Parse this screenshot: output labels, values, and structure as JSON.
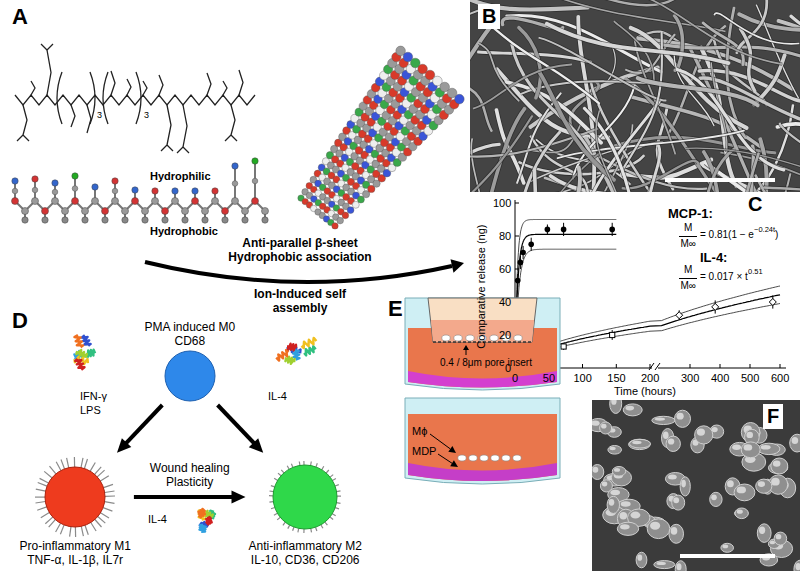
{
  "diagram": {
    "nodes": [
      {
        "text": [
          "PMA induced M0",
          "CD68"
        ]
      },
      {
        "text": [
          "Pro-inflammatory M1",
          "TNF-α, IL-1β, IL7r"
        ]
      },
      {
        "text": [
          "Anti-inflammatory M2",
          "IL-10, CD36, CD206"
        ]
      }
    ],
    "edges": [
      {
        "from": 0,
        "to": 1,
        "arrow": "to"
      },
      {
        "from": 0,
        "to": 2,
        "arrow": "to"
      },
      {
        "from": 1,
        "to": 2,
        "arrow": "to",
        "label": "Wound healing Plasticity"
      }
    ],
    "labels": [
      "A",
      "3",
      "3",
      "Hydrophilic",
      "Hydrophobic",
      "Anti-parallel β-sheet Hydrophobic association",
      "Ion-Induced self assembly",
      "B",
      "C",
      "100",
      "80",
      "60",
      "40",
      "20",
      "0",
      "0",
      "50",
      "100",
      "150",
      "200",
      "300",
      "400",
      "500",
      "600",
      "Comparative release (ng)",
      "Time (hours)",
      "MCP-1:",
      "M",
      "M∞",
      "= 0.81(1 − e",
      "−0.24t",
      ")",
      "IL-4:",
      "M",
      "M∞",
      "= 0.017 × t",
      "0.51",
      "D",
      "IFN-γ",
      "LPS",
      "IL-4",
      "IL-4",
      "E",
      "0.4 / 8μm pore insert",
      "Mϕ",
      "MDP",
      "F"
    ]
  }
}
